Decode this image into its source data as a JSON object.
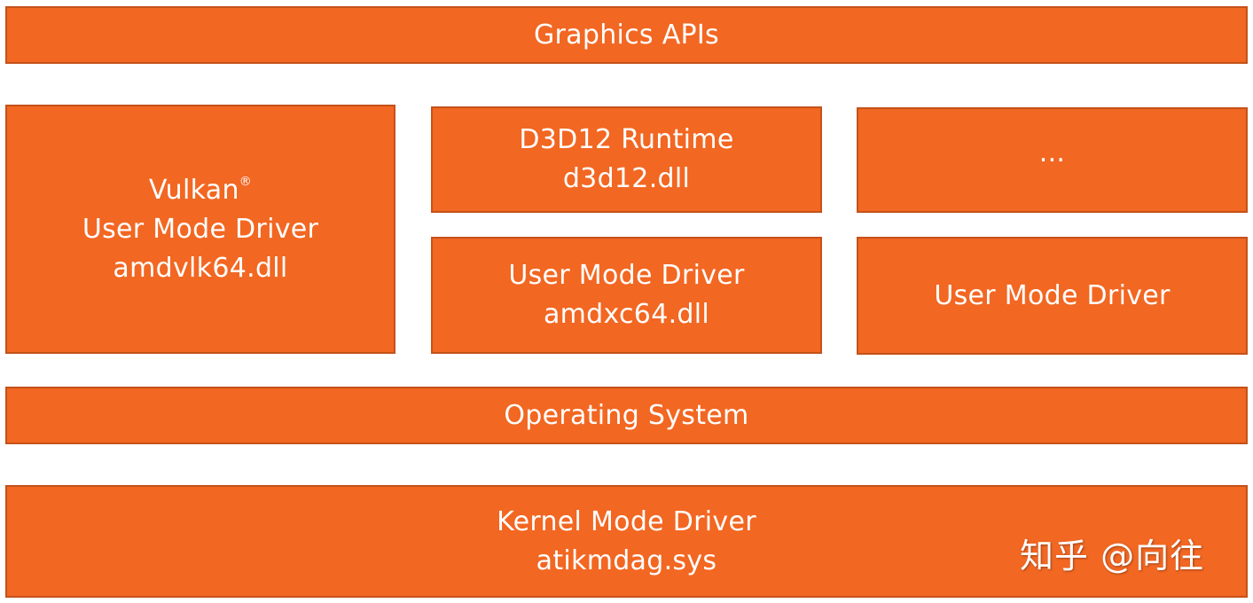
{
  "layers": {
    "graphics_apis": {
      "line1": "Graphics APIs"
    },
    "vulkan": {
      "line1": "Vulkan",
      "trademark": "®",
      "line2": "User Mode Driver",
      "line3": "amdvlk64.dll"
    },
    "d3d12_runtime": {
      "line1": "D3D12 Runtime",
      "line2": "d3d12.dll"
    },
    "other": {
      "line1": "..."
    },
    "d3d12_umd": {
      "line1": "User Mode Driver",
      "line2": "amdxc64.dll"
    },
    "other_umd": {
      "line1": "User Mode Driver"
    },
    "operating_system": {
      "line1": "Operating System"
    },
    "kernel_mode_driver": {
      "line1": "Kernel Mode Driver",
      "line2": "atikmdag.sys"
    }
  },
  "watermark": {
    "text": "知乎 @向往"
  },
  "colors": {
    "box_fill": "#f26722",
    "box_border": "#c4521a",
    "text": "#ffffff",
    "background": "#ffffff"
  }
}
